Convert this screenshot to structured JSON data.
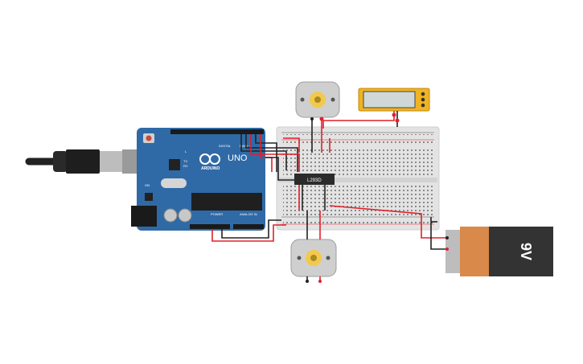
{
  "circuit": {
    "arduino": {
      "brand_label": "ARDUINO",
      "model_label": "UNO",
      "digital_label": "DIGITAL",
      "pwm_label": "PWM ~",
      "power_label": "POWER",
      "analog_label": "ANALOG IN",
      "on_label": "ON",
      "tx_label": "TX",
      "rx_label": "RX",
      "l_label": "L"
    },
    "driver_chip": {
      "label": "L293D"
    },
    "battery": {
      "label": "9V"
    },
    "colors": {
      "board_blue": "#2f6aa7",
      "wire_red": "#e0202a",
      "wire_black": "#222222",
      "battery_orange": "#d9894a",
      "battery_dark": "#333333",
      "display_yellow": "#f0b323",
      "breadboard": "#e3e3e3"
    }
  }
}
